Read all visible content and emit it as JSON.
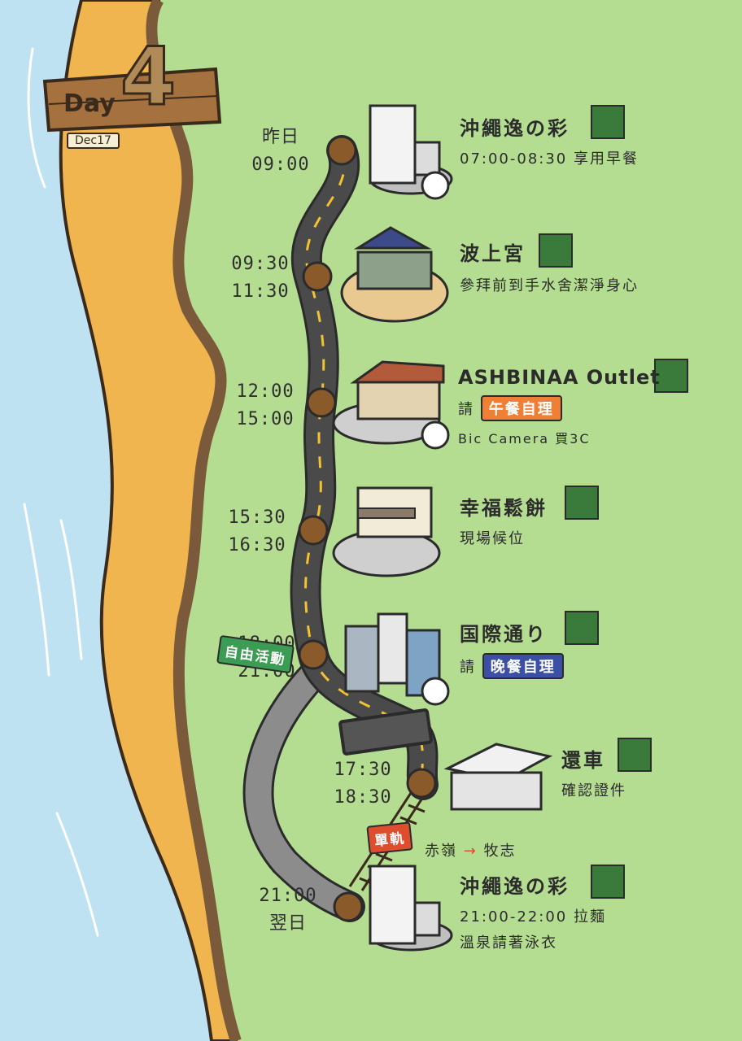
{
  "header": {
    "day_word": "Day",
    "day_number": "4",
    "date": "Dec17"
  },
  "colors": {
    "sea": "#bfe2f2",
    "sand": "#f0b54e",
    "grass": "#b5dd92",
    "road": "#4a4a4a",
    "road_marking": "#f2c230",
    "lunch_pill": "#ef7f34",
    "dinner_pill": "#3b4fa4",
    "free_tag": "#3d9c54",
    "rail_tag": "#df4d2f"
  },
  "times": [
    {
      "line1": "昨日",
      "line2": "09:00"
    },
    {
      "line1": "09:30",
      "line2": "11:30"
    },
    {
      "line1": "12:00",
      "line2": "15:00"
    },
    {
      "line1": "15:30",
      "line2": "16:30"
    },
    {
      "line1": "18:00",
      "line2": "21:00"
    },
    {
      "line1": "17:30",
      "line2": "18:30"
    },
    {
      "line1": "21:00",
      "line2": "翌日"
    }
  ],
  "stops": [
    {
      "title": "沖繩逸の彩",
      "sub": "07:00-08:30 享用早餐",
      "icon": "hotel-icon"
    },
    {
      "title": "波上宮",
      "sub": "參拜前到手水舍潔淨身心",
      "icon": "shrine-icon"
    },
    {
      "title": "ASHBINAA Outlet",
      "sub_prefix": "請",
      "pill": "午餐自理",
      "sub2": "Bic Camera 買3C",
      "icon": "outlet-icon"
    },
    {
      "title": "幸福鬆餅",
      "sub": "現場候位",
      "icon": "cafe-icon"
    },
    {
      "title": "国際通り",
      "sub_prefix": "請",
      "pill": "晚餐自理",
      "icon": "street-icon"
    },
    {
      "title": "還車",
      "sub": "確認證件",
      "icon": "gas-station-icon"
    },
    {
      "title": "沖繩逸の彩",
      "sub": "21:00-22:00 拉麵",
      "sub2": "溫泉請著泳衣",
      "icon": "hotel-icon"
    }
  ],
  "tags": {
    "free": "自由活動",
    "rail": "單軌",
    "rail_from": "赤嶺",
    "rail_arrow": "→",
    "rail_to": "牧志"
  }
}
